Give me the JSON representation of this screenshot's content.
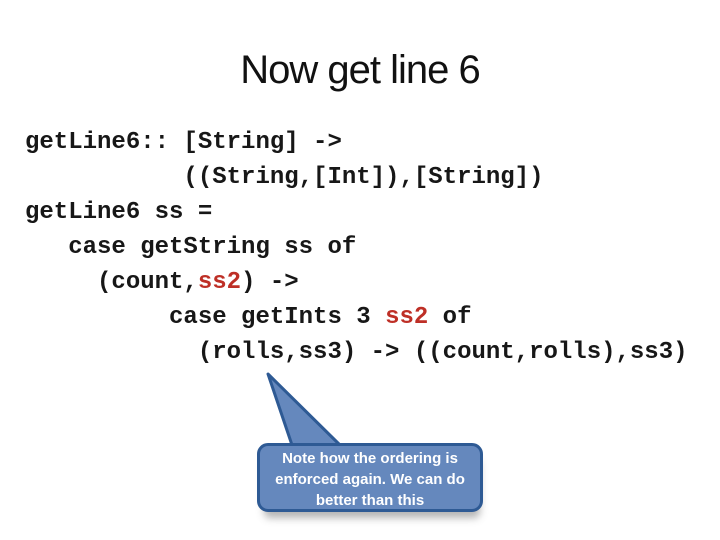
{
  "slide": {
    "title": "Now get line 6"
  },
  "code": {
    "lines": [
      {
        "segments": [
          {
            "text": "getLine6:: [String] ->",
            "highlight": false
          }
        ]
      },
      {
        "segments": [
          {
            "text": "           ((String,[Int]),[String])",
            "highlight": false
          }
        ]
      },
      {
        "segments": [
          {
            "text": "getLine6 ss =",
            "highlight": false
          }
        ]
      },
      {
        "segments": [
          {
            "text": "   case getString ss of",
            "highlight": false
          }
        ]
      },
      {
        "segments": [
          {
            "text": "     (count,",
            "highlight": false
          },
          {
            "text": "ss2",
            "highlight": true
          },
          {
            "text": ") ->",
            "highlight": false
          }
        ]
      },
      {
        "segments": [
          {
            "text": "          case getInts 3 ",
            "highlight": false
          },
          {
            "text": "ss2",
            "highlight": true
          },
          {
            "text": " of",
            "highlight": false
          }
        ]
      },
      {
        "segments": [
          {
            "text": "            (rolls,ss3) -> ((count,rolls),ss3)",
            "highlight": false
          }
        ]
      }
    ]
  },
  "callout": {
    "lines": [
      "Note how the ordering is",
      "enforced again. We can do",
      "better than this"
    ]
  },
  "colors": {
    "title_text": "#111111",
    "code_text": "#171717",
    "highlight_red": "#be2f26",
    "callout_fill": "#6588bd",
    "callout_border": "#2e5a94",
    "callout_text": "#ffffff"
  }
}
